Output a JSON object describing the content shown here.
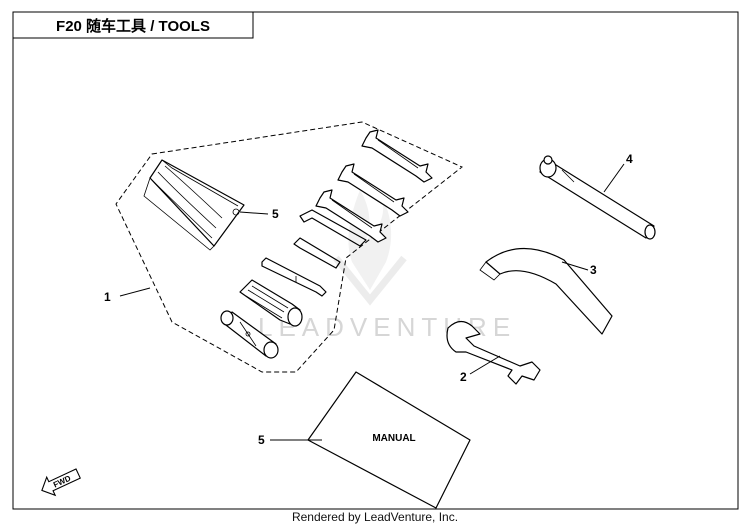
{
  "title": "F20 随车工具 / TOOLS",
  "callouts": {
    "c1": "1",
    "c2": "2",
    "c3": "3",
    "c4": "4",
    "c5_pouch": "5",
    "c5_manual": "5"
  },
  "manual_label": "MANUAL",
  "fwd_label": "FWD",
  "watermark_text": "LEADVENTURE",
  "credit": "Rendered by LeadVenture, Inc.",
  "colors": {
    "line": "#000000",
    "watermark": "#d6d6d6",
    "background": "#ffffff"
  }
}
